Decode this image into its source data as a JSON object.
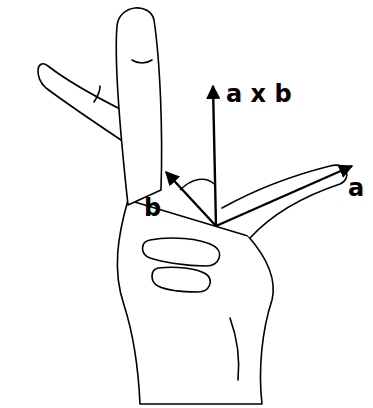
{
  "diagram": {
    "labels": [
      "a x b",
      "b",
      "a"
    ]
  }
}
